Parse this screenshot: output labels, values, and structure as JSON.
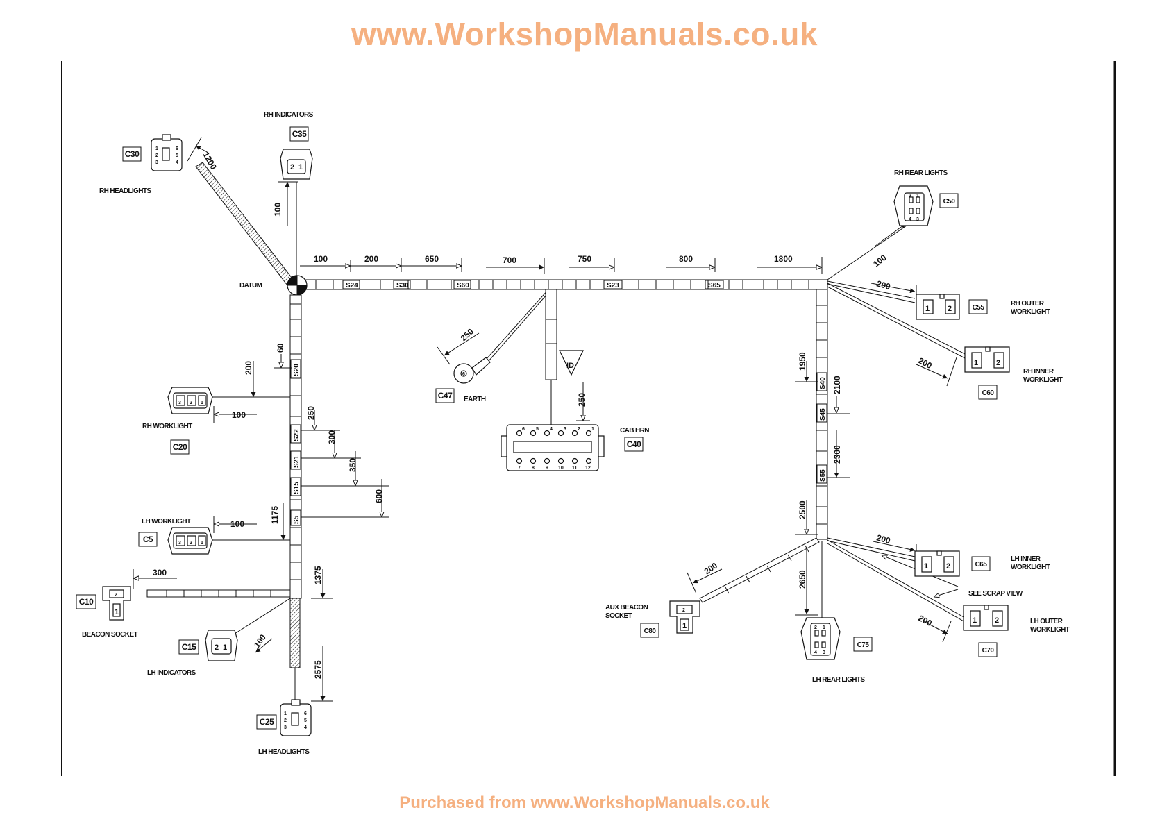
{
  "header": {
    "watermark": "www.WorkshopManuals.co.uk"
  },
  "footer": {
    "watermark": "Purchased from www.WorkshopManuals.co.uk"
  },
  "colors": {
    "watermark": "#f5b080",
    "line": "#111111"
  },
  "labels": {
    "datum": "DATUM",
    "rh_indicators": "RH INDICATORS",
    "rh_headlights": "RH HEADLIGHTS",
    "rh_rear_lights": "RH REAR LIGHTS",
    "rh_outer_worklight_1": "RH OUTER",
    "rh_outer_worklight_2": "WORKLIGHT",
    "rh_inner_worklight_1": "RH INNER",
    "rh_inner_worklight_2": "WORKLIGHT",
    "earth": "EARTH",
    "cab_hrn": "CAB HRN",
    "rh_worklight": "RH WORKLIGHT",
    "lh_worklight": "LH WORKLIGHT",
    "beacon_socket": "BEACON SOCKET",
    "lh_indicators": "LH INDICATORS",
    "lh_headlights": "LH HEADLIGHTS",
    "aux_beacon_1": "AUX BEACON",
    "aux_beacon_2": "SOCKET",
    "lh_rear_lights": "LH REAR LIGHTS",
    "lh_inner_worklight_1": "LH INNER",
    "lh_inner_worklight_2": "WORKLIGHT",
    "lh_outer_worklight_1": "LH OUTER",
    "lh_outer_worklight_2": "WORKLIGHT",
    "see_scrap_view": "SEE SCRAP VIEW",
    "id_symbol": "ID"
  },
  "connectors": {
    "c30": "C30",
    "c35": "C35",
    "c50": "C50",
    "c55": "C55",
    "c60": "C60",
    "c47": "C47",
    "c40": "C40",
    "c20": "C20",
    "c5": "C5",
    "c10": "C10",
    "c15": "C15",
    "c25": "C25",
    "c80": "C80",
    "c75": "C75",
    "c65": "C65",
    "c70": "C70"
  },
  "segments": {
    "s24": "S24",
    "s30": "S30",
    "s60": "S60",
    "s23": "S23",
    "s65": "S65",
    "s20": "S20",
    "s22": "S22",
    "s21": "S21",
    "s15": "S15",
    "s5": "S5",
    "s40": "S40",
    "s45": "S45",
    "s55": "S55"
  },
  "dimensions": {
    "d1200": "1200",
    "d100_c35": "100",
    "d100": "100",
    "d200": "200",
    "d650": "650",
    "d700": "700",
    "d750": "750",
    "d800": "800",
    "d1800": "1800",
    "d100_c50": "100",
    "d200_c55": "200",
    "d200_c60": "200",
    "d250_c47": "250",
    "d250_c40": "250",
    "d1950": "1950",
    "d2100": "2100",
    "d2300": "2300",
    "d2500": "2500",
    "d2650": "2650",
    "d200_c80": "200",
    "d200_c65": "200",
    "d200_c70": "200",
    "d60": "60",
    "d200_c20": "200",
    "d100_c20": "100",
    "d250_s22": "250",
    "d300_s21": "300",
    "d350_s15": "350",
    "d600_s5": "600",
    "d1175": "1175",
    "d100_c5": "100",
    "d300_c10": "300",
    "d1375": "1375",
    "d100_c15": "100",
    "d2575": "2575"
  },
  "pins": {
    "p1": "1",
    "p2": "2",
    "p3": "3",
    "p4": "4",
    "p5": "5",
    "p6": "6",
    "p7": "7",
    "p8": "8",
    "p9": "9",
    "p10": "10",
    "p11": "11",
    "p12": "12"
  }
}
